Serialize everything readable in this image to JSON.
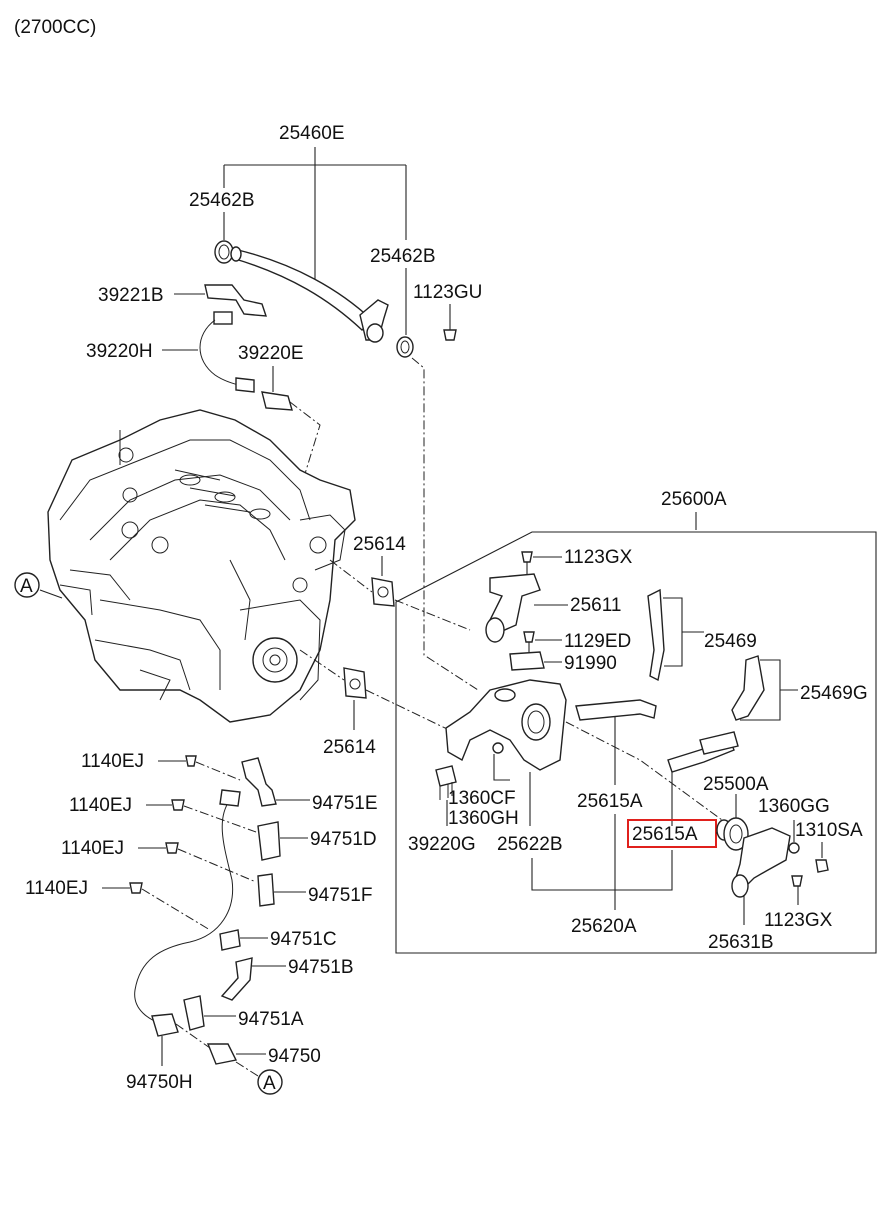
{
  "title": "(2700CC)",
  "colors": {
    "highlight": "#e0201c",
    "ink": "#222222"
  },
  "labels": {
    "p25460E": "25460E",
    "p25462B_top": "25462B",
    "p25462B_mid": "25462B",
    "p1123GU": "1123GU",
    "p39221B": "39221B",
    "p39220H": "39220H",
    "p39220E": "39220E",
    "pA_left": "A",
    "p25600A": "25600A",
    "p25614_top": "25614",
    "p25614_bottom": "25614",
    "p1123GX_top": "1123GX",
    "p25611": "25611",
    "p1129ED": "1129ED",
    "p91990": "91990",
    "p25469": "25469",
    "p25469G": "25469G",
    "p1360CF": "1360CF",
    "p1360GH": "1360GH",
    "p39220G": "39220G",
    "p25622B": "25622B",
    "p25615A_mid": "25615A",
    "p25615A_hl": "25615A",
    "p25500A": "25500A",
    "p1360GG": "1360GG",
    "p1310SA": "1310SA",
    "p25620A": "25620A",
    "p1123GX_bottom": "1123GX",
    "p25631B": "25631B",
    "p1140EJ_1": "1140EJ",
    "p1140EJ_2": "1140EJ",
    "p1140EJ_3": "1140EJ",
    "p1140EJ_4": "1140EJ",
    "p94751E": "94751E",
    "p94751D": "94751D",
    "p94751F": "94751F",
    "p94751C": "94751C",
    "p94751B": "94751B",
    "p94751A": "94751A",
    "p94750": "94750",
    "p94750H": "94750H",
    "pA_bottom": "A"
  }
}
